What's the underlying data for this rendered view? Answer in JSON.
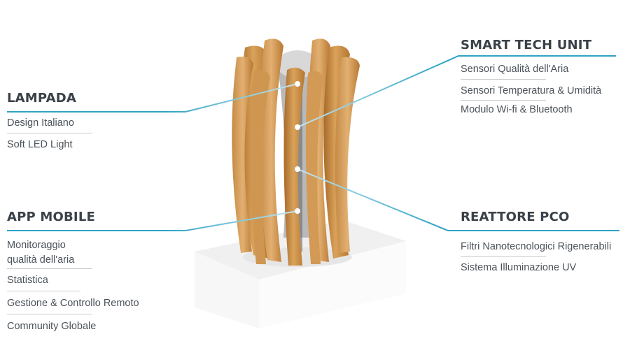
{
  "lampada": {
    "heading": "LAMPADA",
    "items": [
      "Design Italiano",
      "Soft LED Light"
    ]
  },
  "app_mobile": {
    "heading": "APP MOBILE",
    "items": [
      "Monitoraggio",
      "qualità dell'aria",
      "Statistica",
      "Gestione & Controllo Remoto",
      "Community Globale"
    ]
  },
  "smart_tech": {
    "heading": "SMART TECH UNIT",
    "items": [
      "Sensori Qualità dell'Aria",
      "Sensori Temperatura & Umidità",
      "Modulo Wi-fi & Bluetooth"
    ]
  },
  "reattore": {
    "heading": "REATTORE PCO",
    "items": [
      "Filtri Nanotecnologici Rigenerabili",
      "Sistema Illuminazione UV"
    ]
  },
  "colors": {
    "accent_line": "#2fa3c4",
    "separator": "#c8cccf",
    "bamboo": "#c98a3e"
  }
}
